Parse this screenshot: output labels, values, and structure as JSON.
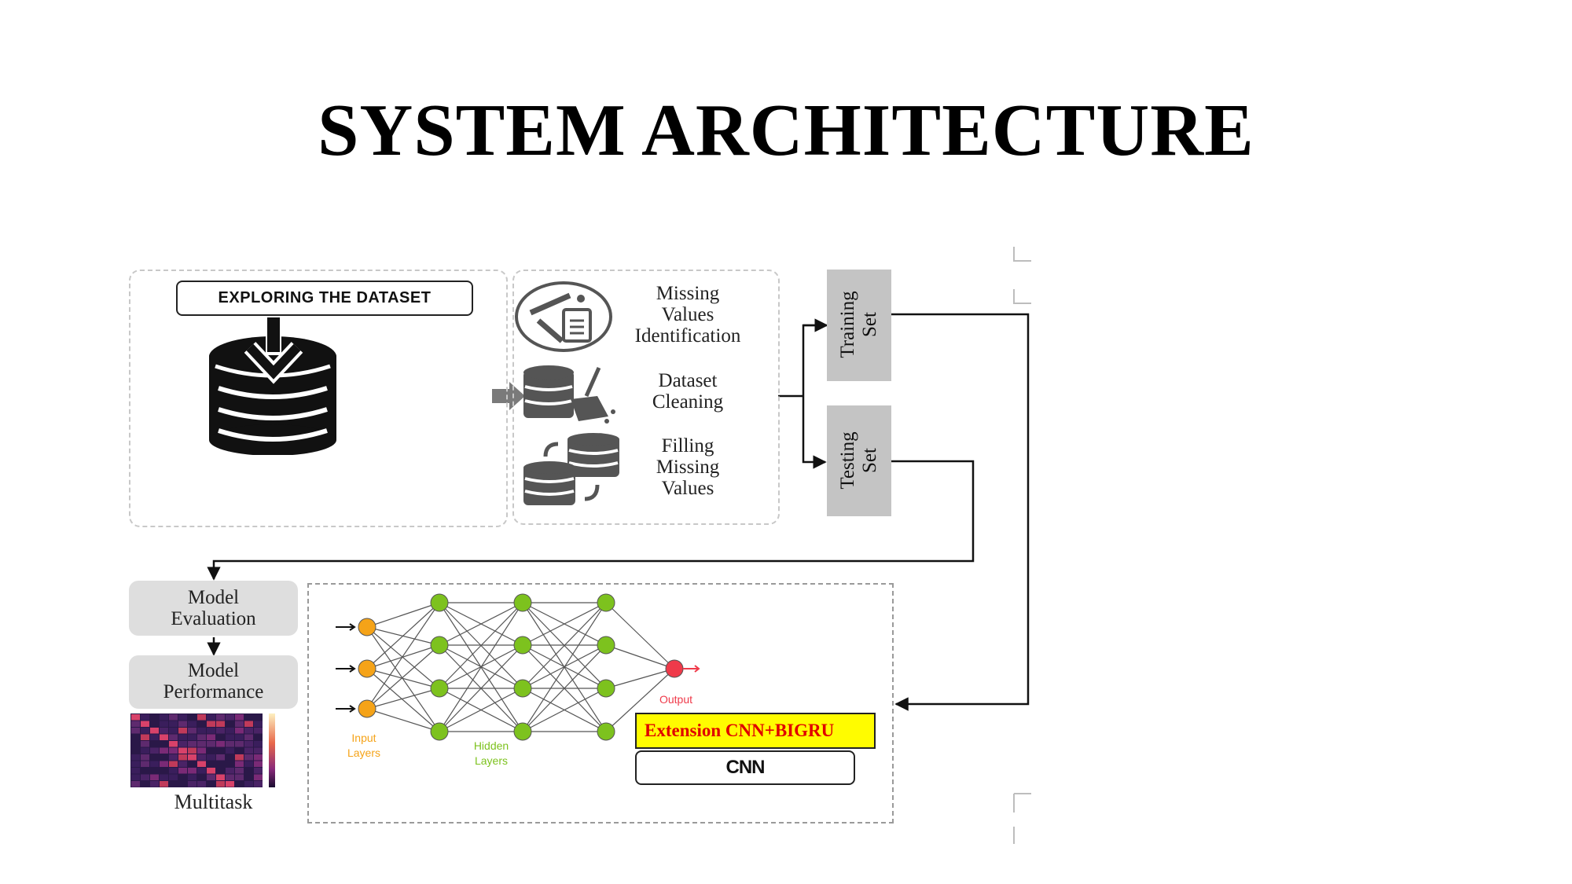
{
  "slide_title": "SYSTEM ARCHITECTURE",
  "explore": {
    "label": "EXPLORING THE DATASET"
  },
  "preprocess": {
    "missing_id": [
      "Missing",
      "Values",
      "Identification"
    ],
    "cleaning": [
      "Dataset",
      "Cleaning"
    ],
    "filling": [
      "Filling",
      "Missing",
      "Values"
    ]
  },
  "sets": {
    "training": [
      "Training",
      "Set"
    ],
    "testing": [
      "Testing",
      "Set"
    ]
  },
  "model": {
    "evaluation": [
      "Model",
      "Evaluation"
    ],
    "performance": [
      "Model",
      "Performance"
    ],
    "multitask": "Multitask"
  },
  "network": {
    "input_label": [
      "Input",
      "Layers"
    ],
    "hidden_label": [
      "Hidden",
      "Layers"
    ],
    "output_label": "Output",
    "extension": "Extension CNN+BIGRU",
    "cnn": "CNN"
  },
  "colors": {
    "input_node": "#f5a318",
    "hidden_node": "#7dc21e",
    "output_node": "#ef3a4a",
    "extension_bg": "#fffc00",
    "extension_text": "#e00000",
    "set_box": "#c4c4c4"
  }
}
